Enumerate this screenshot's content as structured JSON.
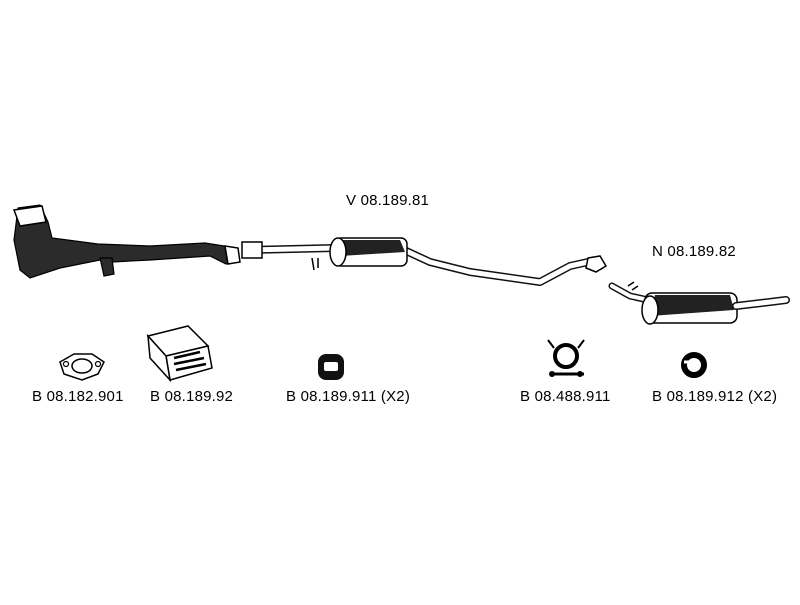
{
  "assemblies": {
    "middle_section": "V 08.189.81",
    "rear_section": "N 08.189.82"
  },
  "parts": [
    {
      "code": "B 08.182.901",
      "item": "gasket-icon"
    },
    {
      "code": "B 08.189.92",
      "item": "mounting-kit-box-icon"
    },
    {
      "code": "B 08.189.911  (X2)",
      "item": "rubber-mount-icon"
    },
    {
      "code": "B 08.488.911",
      "item": "clamp-icon"
    },
    {
      "code": "B 08.189.912  (X2)",
      "item": "rubber-ring-icon"
    }
  ]
}
